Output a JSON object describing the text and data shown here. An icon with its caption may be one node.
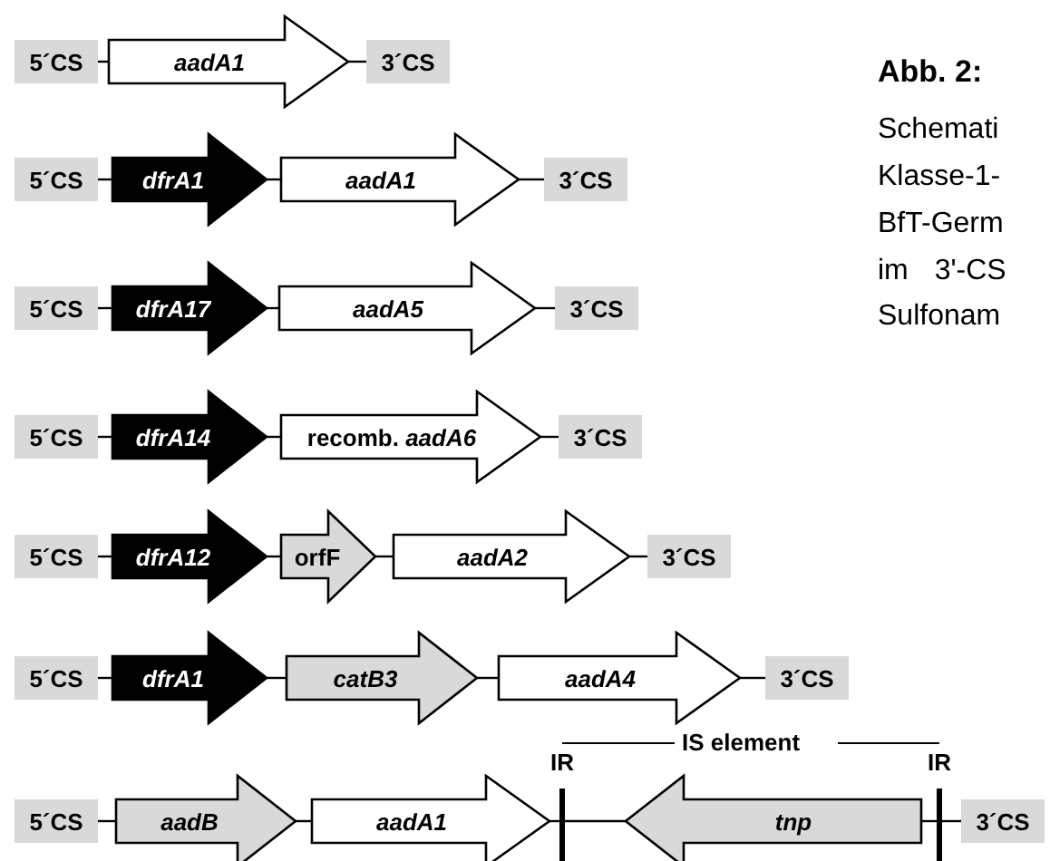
{
  "diagram": {
    "title": "Abb. 2:",
    "nodes": [
      {
        "text": [
          "5´CS"
        ]
      },
      {
        "text": [
          "aadA1"
        ]
      },
      {
        "text": [
          "3´CS"
        ]
      },
      {
        "text": [
          "5´CS"
        ]
      },
      {
        "text": [
          "dfrA1"
        ]
      },
      {
        "text": [
          "aadA1"
        ]
      },
      {
        "text": [
          "3´CS"
        ]
      },
      {
        "text": [
          "5´CS"
        ]
      },
      {
        "text": [
          "dfrA17"
        ]
      },
      {
        "text": [
          "aadA5"
        ]
      },
      {
        "text": [
          "3´CS"
        ]
      },
      {
        "text": [
          "5´CS"
        ]
      },
      {
        "text": [
          "dfrA14"
        ]
      },
      {
        "text": [
          "recomb. *aadA6*"
        ]
      },
      {
        "text": [
          "3´CS"
        ]
      },
      {
        "text": [
          "5´CS"
        ]
      },
      {
        "text": [
          "dfrA12"
        ]
      },
      {
        "text": [
          "orfF"
        ]
      },
      {
        "text": [
          "aadA2"
        ]
      },
      {
        "text": [
          "3´CS"
        ]
      },
      {
        "text": [
          "5´CS"
        ]
      },
      {
        "text": [
          "dfrA1"
        ]
      },
      {
        "text": [
          "catB3"
        ]
      },
      {
        "text": [
          "aadA4"
        ]
      },
      {
        "text": [
          "3´CS"
        ]
      },
      {
        "text": [
          "5´CS"
        ]
      },
      {
        "text": [
          "aadB"
        ]
      },
      {
        "text": [
          "aadA1"
        ]
      },
      {
        "text": [
          "IR"
        ]
      },
      {
        "text": [
          "tnp"
        ]
      },
      {
        "text": [
          "IR"
        ]
      },
      {
        "text": [
          "3´CS"
        ]
      }
    ],
    "edges": [
      {
        "from": 0,
        "to": 1,
        "arrow": "none"
      },
      {
        "from": 1,
        "to": 2,
        "arrow": "none"
      },
      {
        "from": 3,
        "to": 4,
        "arrow": "none"
      },
      {
        "from": 4,
        "to": 5,
        "arrow": "none"
      },
      {
        "from": 5,
        "to": 6,
        "arrow": "none"
      },
      {
        "from": 7,
        "to": 8,
        "arrow": "none"
      },
      {
        "from": 8,
        "to": 9,
        "arrow": "none"
      },
      {
        "from": 9,
        "to": 10,
        "arrow": "none"
      },
      {
        "from": 11,
        "to": 12,
        "arrow": "none"
      },
      {
        "from": 12,
        "to": 13,
        "arrow": "none"
      },
      {
        "from": 13,
        "to": 14,
        "arrow": "none"
      },
      {
        "from": 15,
        "to": 16,
        "arrow": "none"
      },
      {
        "from": 16,
        "to": 17,
        "arrow": "none"
      },
      {
        "from": 17,
        "to": 18,
        "arrow": "none"
      },
      {
        "from": 18,
        "to": 19,
        "arrow": "none"
      },
      {
        "from": 20,
        "to": 21,
        "arrow": "none"
      },
      {
        "from": 21,
        "to": 22,
        "arrow": "none"
      },
      {
        "from": 22,
        "to": 23,
        "arrow": "none"
      },
      {
        "from": 23,
        "to": 24,
        "arrow": "none"
      },
      {
        "from": 25,
        "to": 26,
        "arrow": "none"
      },
      {
        "from": 26,
        "to": 27,
        "arrow": "none"
      },
      {
        "from": 27,
        "to": 28,
        "arrow": "none"
      },
      {
        "from": 28,
        "to": 29,
        "arrow": "none"
      },
      {
        "from": 29,
        "to": 30,
        "arrow": "none"
      },
      {
        "from": 30,
        "to": 31,
        "arrow": "none"
      }
    ],
    "labels": [
      "IS element",
      "Schemati",
      "Klasse-1-",
      "BfT-Germ",
      "im 3'-CS",
      "Sulfonam"
    ]
  }
}
